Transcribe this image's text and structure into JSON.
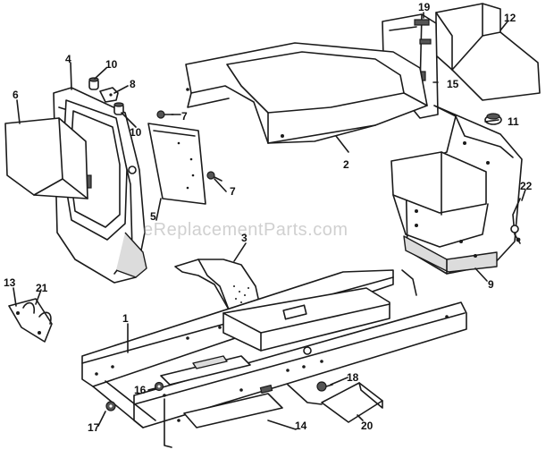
{
  "watermark": "eReplacementParts.com",
  "callouts": [
    {
      "id": "c1",
      "label": "1"
    },
    {
      "id": "c2",
      "label": "2"
    },
    {
      "id": "c3",
      "label": "3"
    },
    {
      "id": "c4",
      "label": "4"
    },
    {
      "id": "c5",
      "label": "5"
    },
    {
      "id": "c6",
      "label": "6"
    },
    {
      "id": "c7a",
      "label": "7"
    },
    {
      "id": "c7b",
      "label": "7"
    },
    {
      "id": "c8",
      "label": "8"
    },
    {
      "id": "c9",
      "label": "9"
    },
    {
      "id": "c10a",
      "label": "10"
    },
    {
      "id": "c10b",
      "label": "10"
    },
    {
      "id": "c11",
      "label": "11"
    },
    {
      "id": "c12",
      "label": "12"
    },
    {
      "id": "c13",
      "label": "13"
    },
    {
      "id": "c14",
      "label": "14"
    },
    {
      "id": "c15",
      "label": "15"
    },
    {
      "id": "c16",
      "label": "16"
    },
    {
      "id": "c17",
      "label": "17"
    },
    {
      "id": "c18",
      "label": "18"
    },
    {
      "id": "c19",
      "label": "19"
    },
    {
      "id": "c20",
      "label": "20"
    },
    {
      "id": "c21",
      "label": "21"
    },
    {
      "id": "c22",
      "label": "22"
    }
  ]
}
